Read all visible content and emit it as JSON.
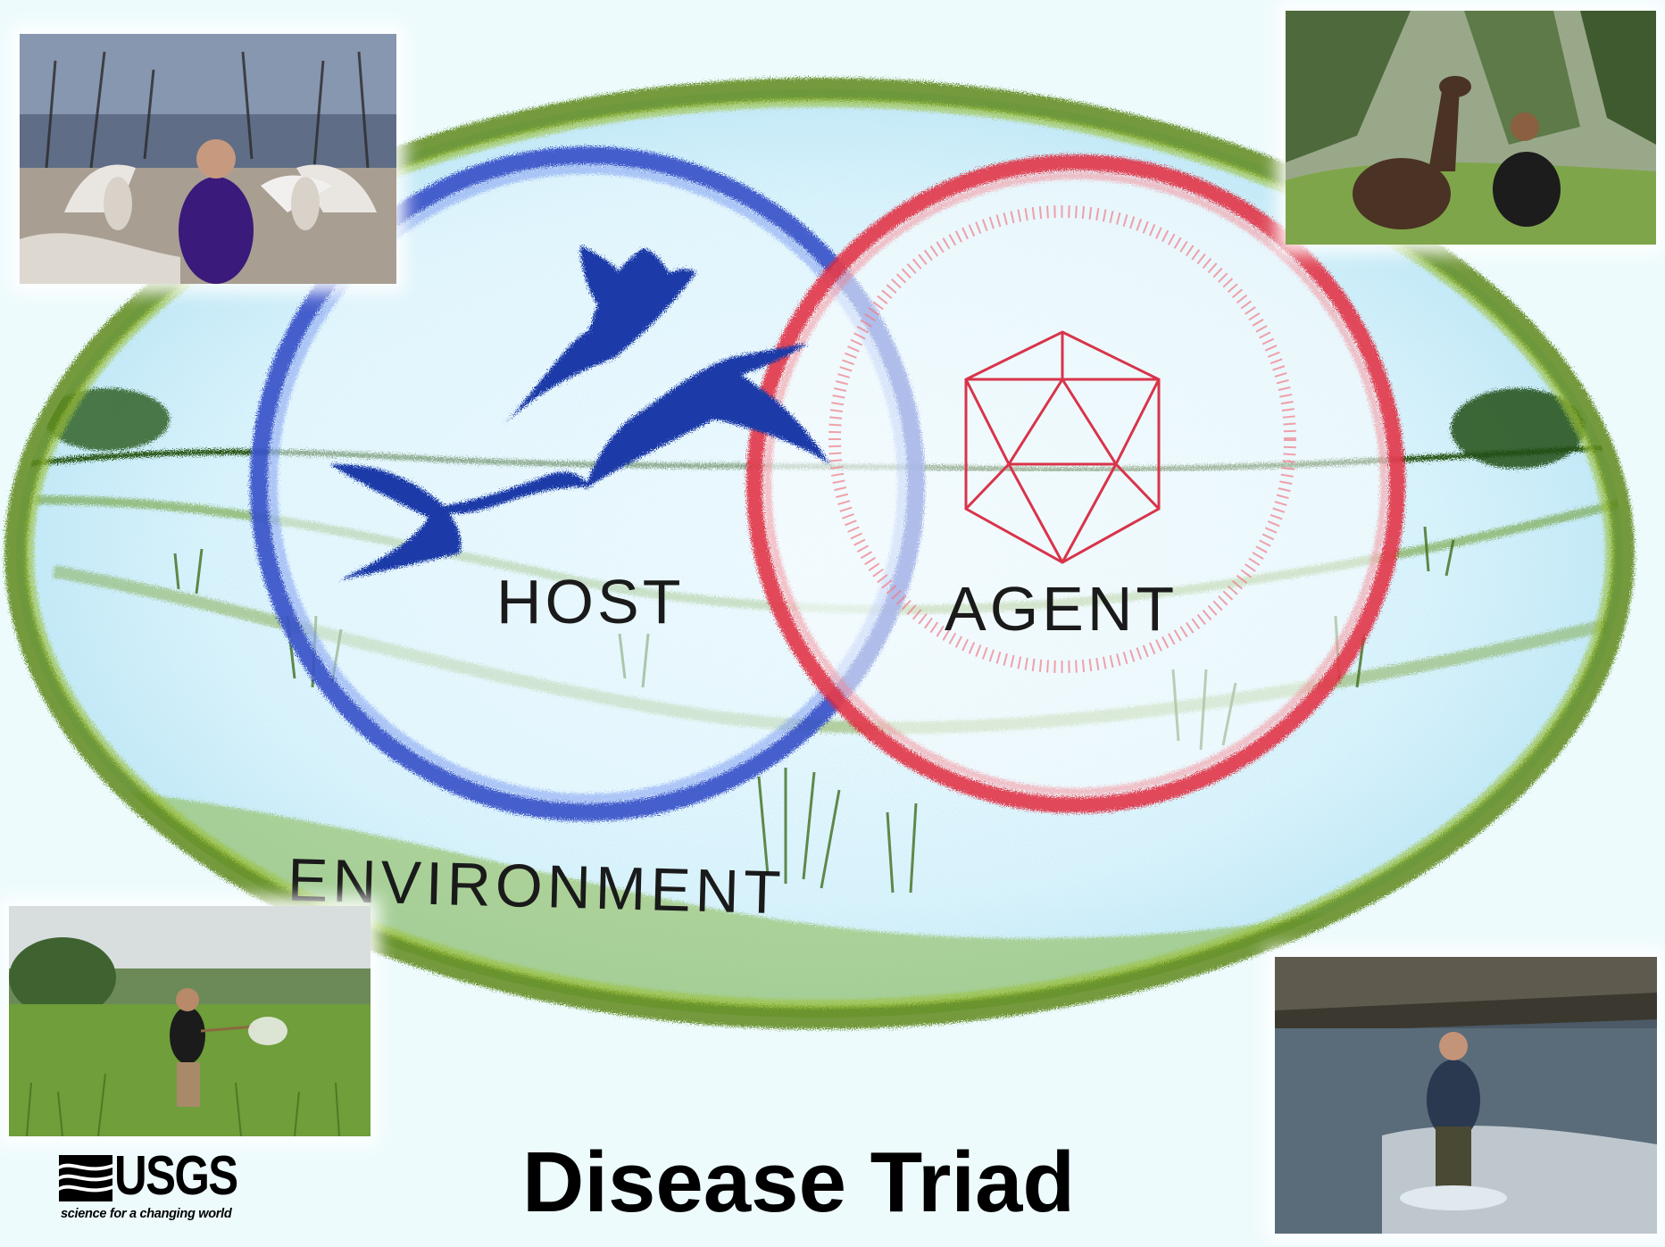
{
  "diagram": {
    "host_label": "HOST",
    "agent_label": "AGENT",
    "environment_label": "ENVIRONMENT",
    "title": "Disease Triad"
  },
  "logo": {
    "wordmark": "USGS",
    "tagline": "science for a changing world"
  },
  "colors": {
    "host_circle": "#1f3fb8",
    "agent_circle": "#e0263a",
    "environment_rim": "#6f8f1c",
    "water": "#bfe8f6"
  },
  "photos": [
    {
      "id": "falconer",
      "description": "person holding two birds with wings spread"
    },
    {
      "id": "llama",
      "description": "llama and person sitting on grassy hillside"
    },
    {
      "id": "netting",
      "description": "person with insect net in a field"
    },
    {
      "id": "stream",
      "description": "person in waders in a stream"
    }
  ]
}
